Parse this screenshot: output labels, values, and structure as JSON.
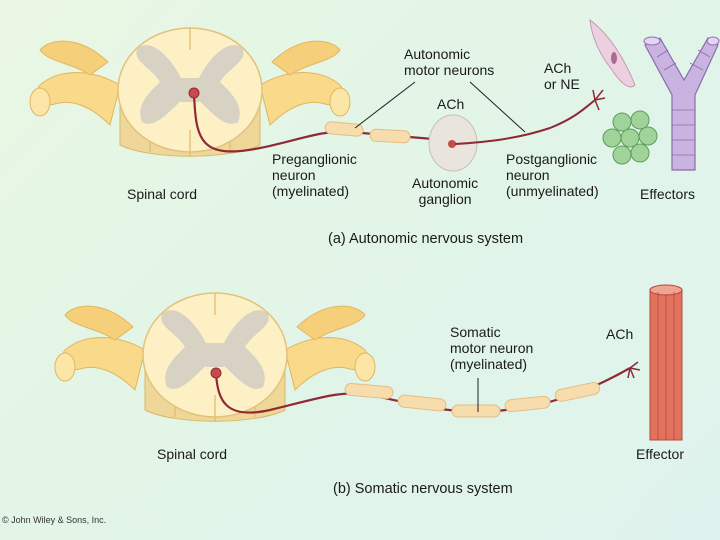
{
  "panel_a": {
    "caption": "(a) Autonomic nervous system",
    "spinal_cord": "Spinal cord",
    "autonomic_motor_neurons": "Autonomic\nmotor neurons",
    "ach_ganglion": "ACh",
    "ach_or_ne": "ACh\nor NE",
    "preganglionic": "Preganglionic\nneuron\n(myelinated)",
    "ganglion": "Autonomic\nganglion",
    "postganglionic": "Postganglionic\nneuron\n(unmyelinated)",
    "effectors": "Effectors"
  },
  "panel_b": {
    "caption": "(b) Somatic nervous system",
    "spinal_cord": "Spinal cord",
    "somatic_neuron": "Somatic\nmotor neuron\n(myelinated)",
    "ach": "ACh",
    "effector": "Effector"
  },
  "copyright": "© John Wiley & Sons, Inc.",
  "colors": {
    "background": "#e6f6e6",
    "cord_tissue": "#fdf0c4",
    "gray_matter": "#d8d2c4",
    "axon": "#8e2a36",
    "myelin": "#f7dcae",
    "smooth_muscle": "#ecd0e0",
    "glands": "#9fd39a",
    "vessel": "#c9b3e0",
    "skeletal_muscle": "#e2715e"
  }
}
